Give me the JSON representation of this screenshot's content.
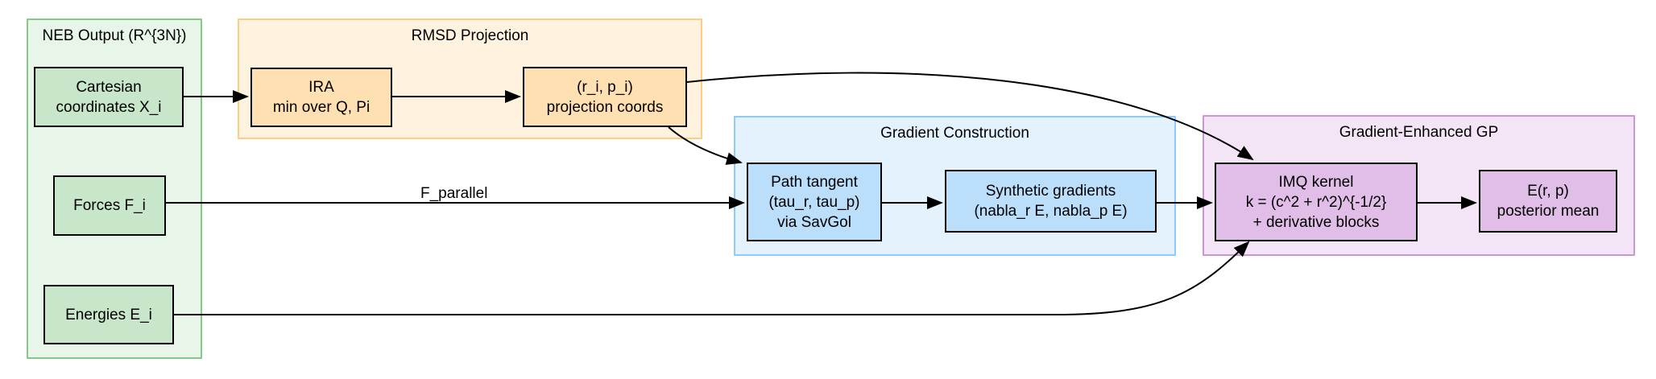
{
  "clusters": {
    "neb": {
      "label": "NEB Output (R^{3N})",
      "fill": "#E8F5E9",
      "border": "#85C988"
    },
    "rmsd": {
      "label": "RMSD Projection",
      "fill": "#FFF3E0",
      "border": "#FFCC80"
    },
    "gradient_construction": {
      "label": "Gradient Construction",
      "fill": "#E3F2FD",
      "border": "#90CAF9"
    },
    "gradient_enhanced_gp": {
      "label": "Gradient-Enhanced GP",
      "fill": "#F3E5F5",
      "border": "#CE93D8"
    }
  },
  "nodes": {
    "cartesian": {
      "lines": [
        "Cartesian",
        "coordinates X_i"
      ],
      "fill": "#C8E6C9"
    },
    "forces": {
      "lines": [
        "Forces F_i"
      ],
      "fill": "#C8E6C9"
    },
    "energies": {
      "lines": [
        "Energies E_i"
      ],
      "fill": "#C8E6C9"
    },
    "ira": {
      "lines": [
        "IRA",
        "min over Q, Pi"
      ],
      "fill": "#FFE0B2"
    },
    "projection": {
      "lines": [
        "(r_i, p_i)",
        "projection coords"
      ],
      "fill": "#FFE0B2"
    },
    "path_tangent": {
      "lines": [
        "Path tangent",
        "(tau_r, tau_p)",
        "via SavGol"
      ],
      "fill": "#BBDEFB"
    },
    "synthetic_gradients": {
      "lines": [
        "Synthetic gradients",
        "(nabla_r E, nabla_p E)"
      ],
      "fill": "#BBDEFB"
    },
    "imq_kernel": {
      "lines": [
        "IMQ kernel",
        "k = (c^2 + r^2)^{-1/2}",
        "+ derivative blocks"
      ],
      "fill": "#E1BEE7"
    },
    "posterior_mean": {
      "lines": [
        "E(r, p)",
        "posterior mean"
      ],
      "fill": "#E1BEE7"
    }
  },
  "edge_labels": {
    "f_parallel": "F_parallel"
  }
}
